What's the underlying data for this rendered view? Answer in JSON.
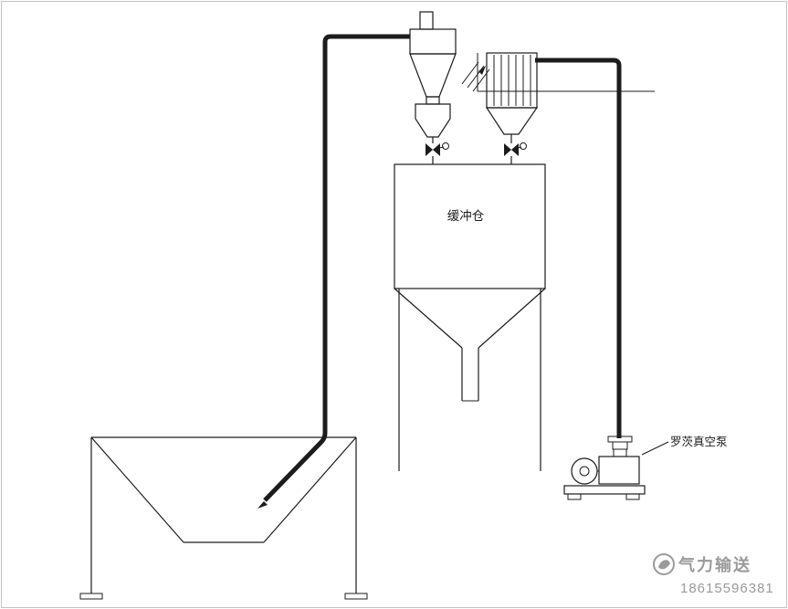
{
  "theme": {
    "bg_color": "#ffffff",
    "line_color": "#1c1c1c",
    "watermark_color": "#9a9a9a",
    "border_color": "#c2c2c2"
  },
  "labels": {
    "buffer_silo": "缓冲仓",
    "roots_vacuum_pump": "罗茨真空泵"
  },
  "watermark": {
    "brand": "气力输送",
    "phone": "18615596381"
  }
}
